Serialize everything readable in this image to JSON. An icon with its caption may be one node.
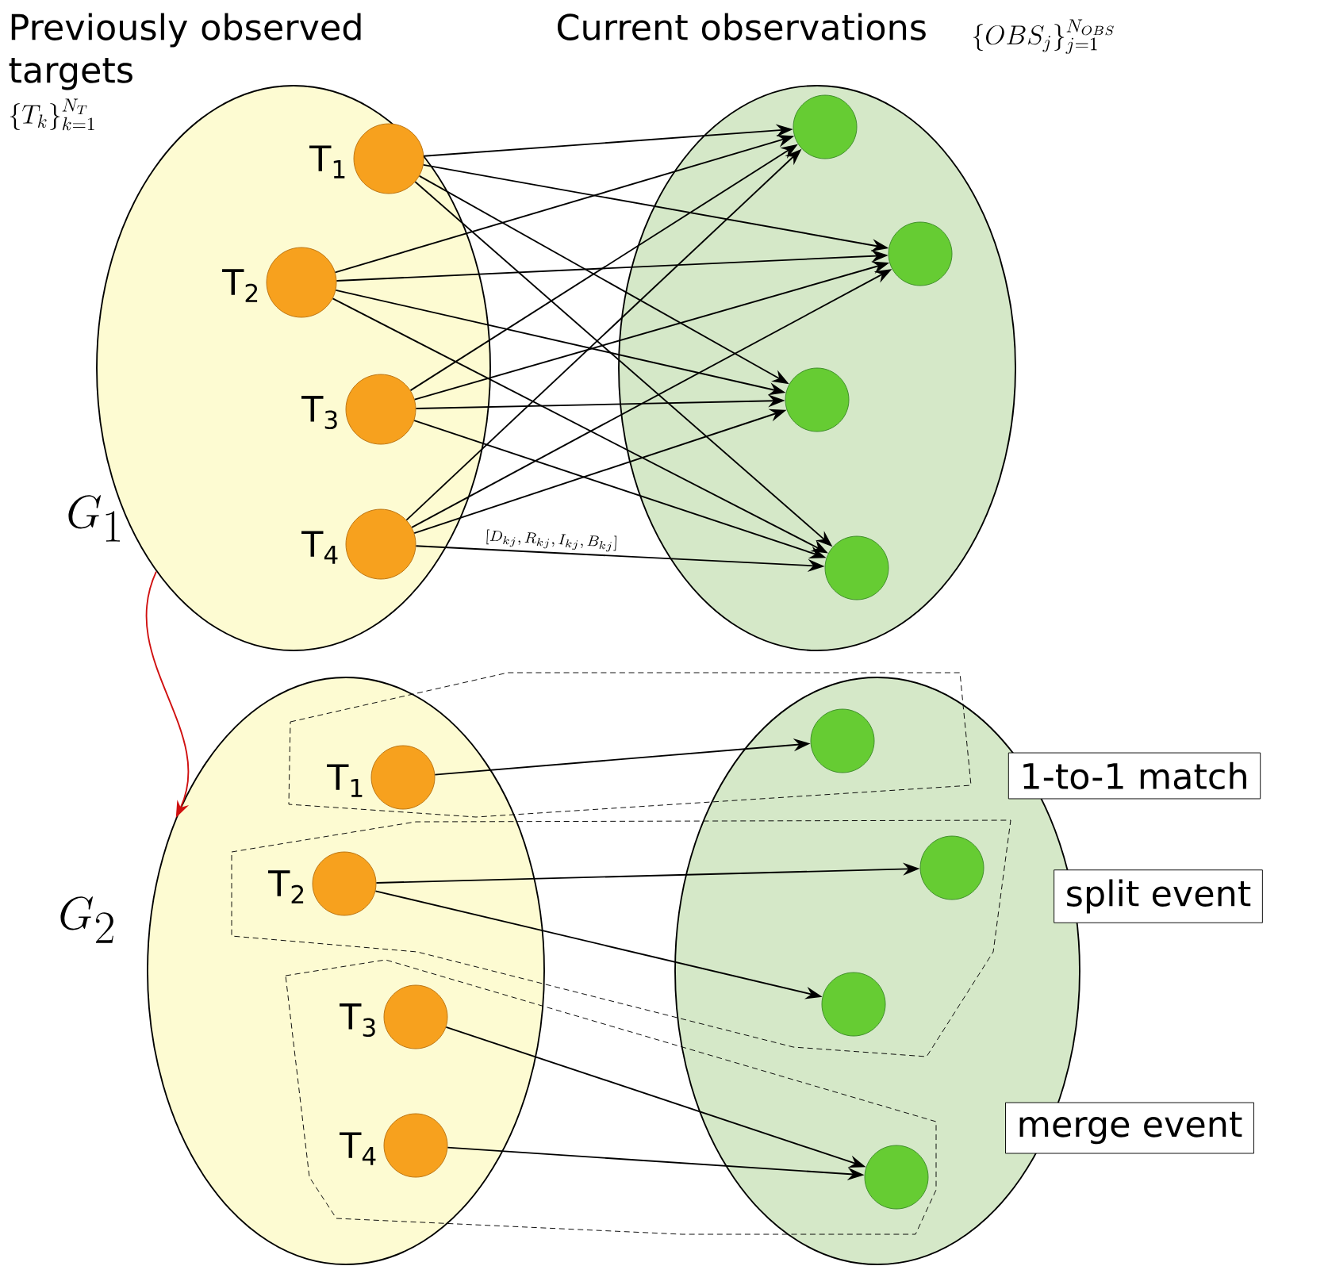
{
  "diagram": {
    "nodes": [
      {
        "text": [
          "Previously observed targets"
        ]
      },
      {
        "text": [
          "Current observations"
        ]
      },
      {
        "text": [
          "T$_{1}$"
        ],
        "in": 0
      },
      {
        "text": [
          "T$_{2}$"
        ],
        "in": 0
      },
      {
        "text": [
          "T$_{3}$"
        ],
        "in": 0
      },
      {
        "text": [
          "T$_{4}$"
        ],
        "in": 0
      },
      {
        "text": [],
        "shape": "circle",
        "in": 1
      },
      {
        "text": [],
        "shape": "circle",
        "in": 1
      },
      {
        "text": [],
        "shape": "circle",
        "in": 1
      },
      {
        "text": [],
        "shape": "circle",
        "in": 1
      },
      {
        "text": [],
        "shape": "ellipse"
      },
      {
        "text": [],
        "shape": "ellipse"
      },
      {
        "text": [
          "T$_{1}$"
        ],
        "in": 10
      },
      {
        "text": [
          "T$_{2}$"
        ],
        "in": 10
      },
      {
        "text": [
          "T$_{3}$"
        ],
        "in": 10
      },
      {
        "text": [
          "T$_{4}$"
        ],
        "in": 10
      },
      {
        "text": [],
        "shape": "circle",
        "in": 11
      },
      {
        "text": [],
        "shape": "circle",
        "in": 11
      },
      {
        "text": [],
        "shape": "circle",
        "in": 11
      },
      {
        "text": [],
        "shape": "circle",
        "in": 11
      },
      {
        "text": [
          "1-to-1 match"
        ]
      },
      {
        "text": [
          "split event"
        ]
      },
      {
        "text": [
          "merge event"
        ]
      }
    ],
    "edges": [
      {
        "from": 2,
        "to": 6,
        "arrow": "to"
      },
      {
        "from": 2,
        "to": 7,
        "arrow": "to"
      },
      {
        "from": 2,
        "to": 8,
        "arrow": "to"
      },
      {
        "from": 2,
        "to": 9,
        "arrow": "to"
      },
      {
        "from": 3,
        "to": 6,
        "arrow": "to"
      },
      {
        "from": 3,
        "to": 7,
        "arrow": "to"
      },
      {
        "from": 3,
        "to": 8,
        "arrow": "to"
      },
      {
        "from": 3,
        "to": 9,
        "arrow": "to"
      },
      {
        "from": 4,
        "to": 6,
        "arrow": "to"
      },
      {
        "from": 4,
        "to": 7,
        "arrow": "to"
      },
      {
        "from": 4,
        "to": 8,
        "arrow": "to"
      },
      {
        "from": 4,
        "to": 9,
        "arrow": "to"
      },
      {
        "from": 5,
        "to": 6,
        "arrow": "to"
      },
      {
        "from": 5,
        "to": 7,
        "arrow": "to"
      },
      {
        "from": 5,
        "to": 8,
        "arrow": "to"
      },
      {
        "from": 5,
        "to": 9,
        "arrow": "to",
        "label": "[D_{kj}, R_{kj}, I_{kj}, B_{kj}]"
      },
      {
        "from": 0,
        "to": 10,
        "arrow": "to",
        "color": "#d01010"
      },
      {
        "from": 12,
        "to": 16,
        "arrow": "to"
      },
      {
        "from": 13,
        "to": 17,
        "arrow": "to"
      },
      {
        "from": 13,
        "to": 18,
        "arrow": "to"
      },
      {
        "from": 14,
        "to": 19,
        "arrow": "to"
      },
      {
        "from": 15,
        "to": 19,
        "arrow": "to"
      }
    ],
    "labels": [
      "\\{T_k\\}_{k=1}^{N_T}",
      "\\{OBS_j\\}_{j=1}^{N_{OBS}}",
      "G_1",
      "G_2"
    ]
  }
}
